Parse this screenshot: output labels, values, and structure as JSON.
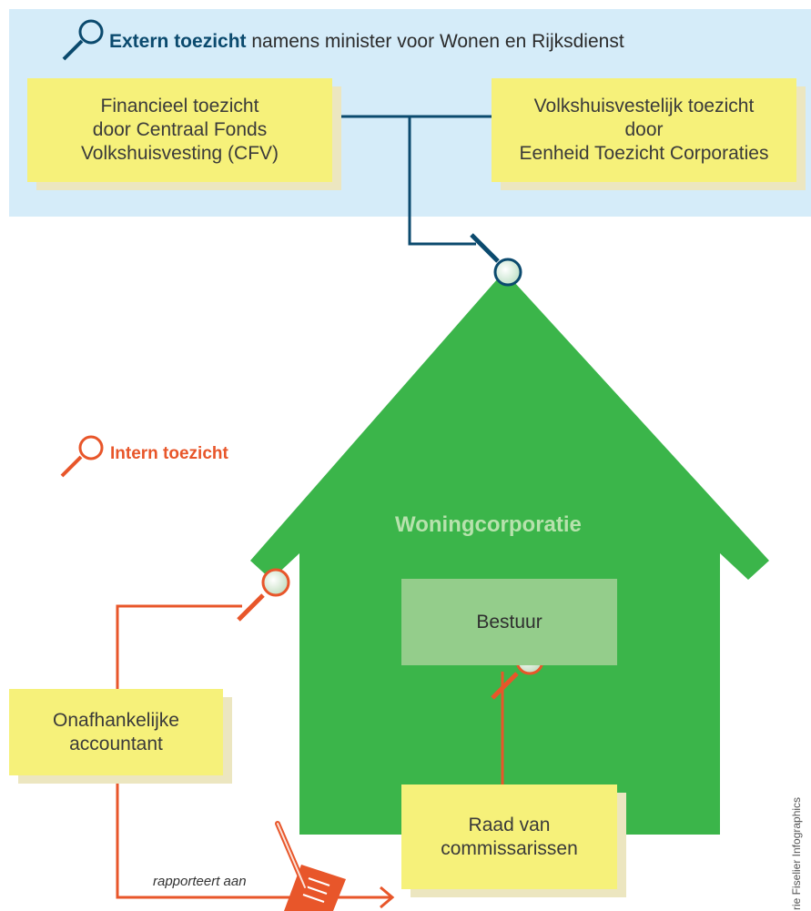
{
  "extern": {
    "title_bold": "Extern toezicht",
    "title_rest": " namens minister voor Wonen en Rijksdienst",
    "box_cfv": "Financieel toezicht\ndoor Centraal Fonds\nVolkshuisvesting (CFV)",
    "box_etc": "Volkshuisvestelijk toezicht\ndoor\nEenheid Toezicht Corporaties"
  },
  "intern": {
    "title": "Intern toezicht"
  },
  "house": {
    "title": "Woningcorporatie",
    "bestuur": "Bestuur",
    "raad": "Raad van\ncommissarissen"
  },
  "accountant": "Onafhankelijke\naccountant",
  "arrow_label": "rapporteert aan",
  "credit": "rie Fiselier Infographics",
  "colors": {
    "extern_bg": "#d5ecf9",
    "box_yellow": "#f6f17a",
    "house_green": "#3bb54a",
    "bestuur_green": "#94cd8b",
    "extern_blue": "#0b4a6e",
    "intern_orange": "#e8562a"
  }
}
